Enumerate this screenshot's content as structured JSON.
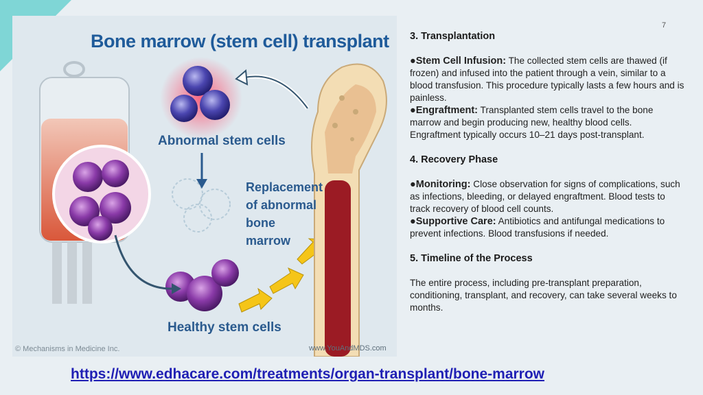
{
  "slide_number": "7",
  "figure": {
    "title": "Bone marrow (stem cell) transplant",
    "label_abnormal": "Abnormal stem cells",
    "label_replacement": "Replacement of abnormal bone marrow",
    "label_healthy": "Healthy stem cells",
    "credit_left": "© Mechanisms in Medicine Inc.",
    "credit_right": "www.YouAndMDS.com"
  },
  "sections": {
    "transplantation": {
      "heading": "3. Transplantation",
      "infusion_term": "●Stem Cell Infusion:",
      "infusion_text": " The collected stem cells are thawed (if frozen) and infused into the patient through a vein, similar to a blood transfusion. This procedure typically lasts a few hours and is painless.",
      "engraftment_term": "●Engraftment:",
      "engraftment_text": " Transplanted stem cells travel to the bone marrow and begin producing new, healthy blood cells. Engraftment typically occurs 10–21 days post-transplant."
    },
    "recovery": {
      "heading": "4. Recovery Phase",
      "monitoring_term": "●Monitoring:",
      "monitoring_text": " Close observation for signs of complications, such as infections, bleeding, or delayed engraftment. Blood tests to track recovery of blood cell counts.",
      "supportive_term": "●Supportive Care:",
      "supportive_text": " Antibiotics and antifungal medications to prevent infections. Blood transfusions if needed."
    },
    "timeline": {
      "heading": "5. Timeline of the Process",
      "text": "The entire process, including pre-transplant preparation, conditioning, transplant, and recovery, can take several weeks to months."
    }
  },
  "link": {
    "text": "https://www.edhacare.com/treatments/organ-transplant/bone-marrow"
  },
  "colors": {
    "accent_teal": "#7fd6d6",
    "title_blue": "#1f5b9a",
    "link_blue": "#1f1fb4"
  }
}
